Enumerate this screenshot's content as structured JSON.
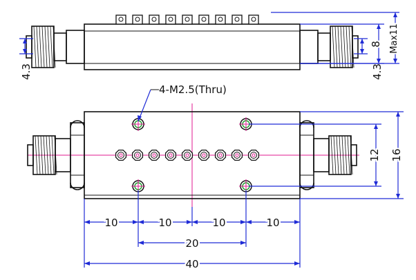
{
  "colors": {
    "outline": "#111111",
    "dimension": "#1f2bd6",
    "centerline": "#e0188f",
    "hole_ring": "#1aa02a",
    "background": "#ffffff"
  },
  "side_view": {
    "dim_left": "4.3",
    "dim_right": "4.3",
    "dim_height": "8",
    "dim_max": "Max11"
  },
  "top_view": {
    "hole_callout": "4-M2.5(Thru)",
    "dim_hole_spacing_v": "12",
    "dim_overall_height": "16",
    "dim_seg_1": "10",
    "dim_seg_2": "10",
    "dim_seg_3": "10",
    "dim_seg_4": "10",
    "dim_hole_spacing_h": "20",
    "dim_overall_length": "40"
  },
  "tuning_screw_count": 9
}
